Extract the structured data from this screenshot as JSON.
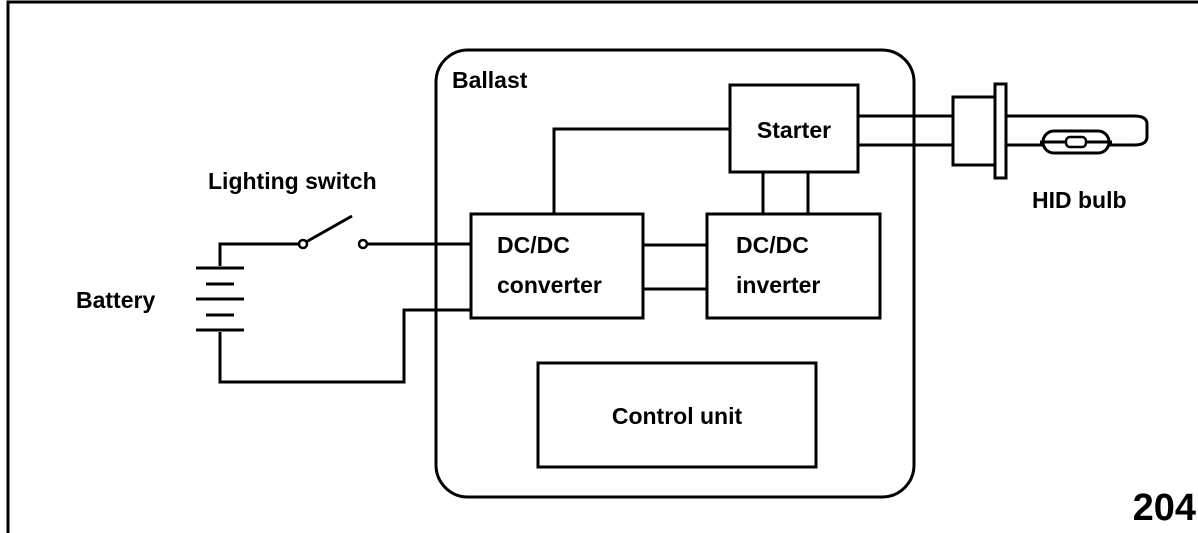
{
  "diagram": {
    "ballast_label": "Ballast",
    "starter_label": "Starter",
    "dcdc_converter_line1": "DC/DC",
    "dcdc_converter_line2": "converter",
    "dcdc_inverter_line1": "DC/DC",
    "dcdc_inverter_line2": "inverter",
    "control_unit_label": "Control unit",
    "lighting_switch_label": "Lighting switch",
    "battery_label": "Battery",
    "hid_bulb_label": "HID bulb",
    "figure_number": "204"
  },
  "colors": {
    "line": "#000000",
    "background": "#ffffff"
  }
}
